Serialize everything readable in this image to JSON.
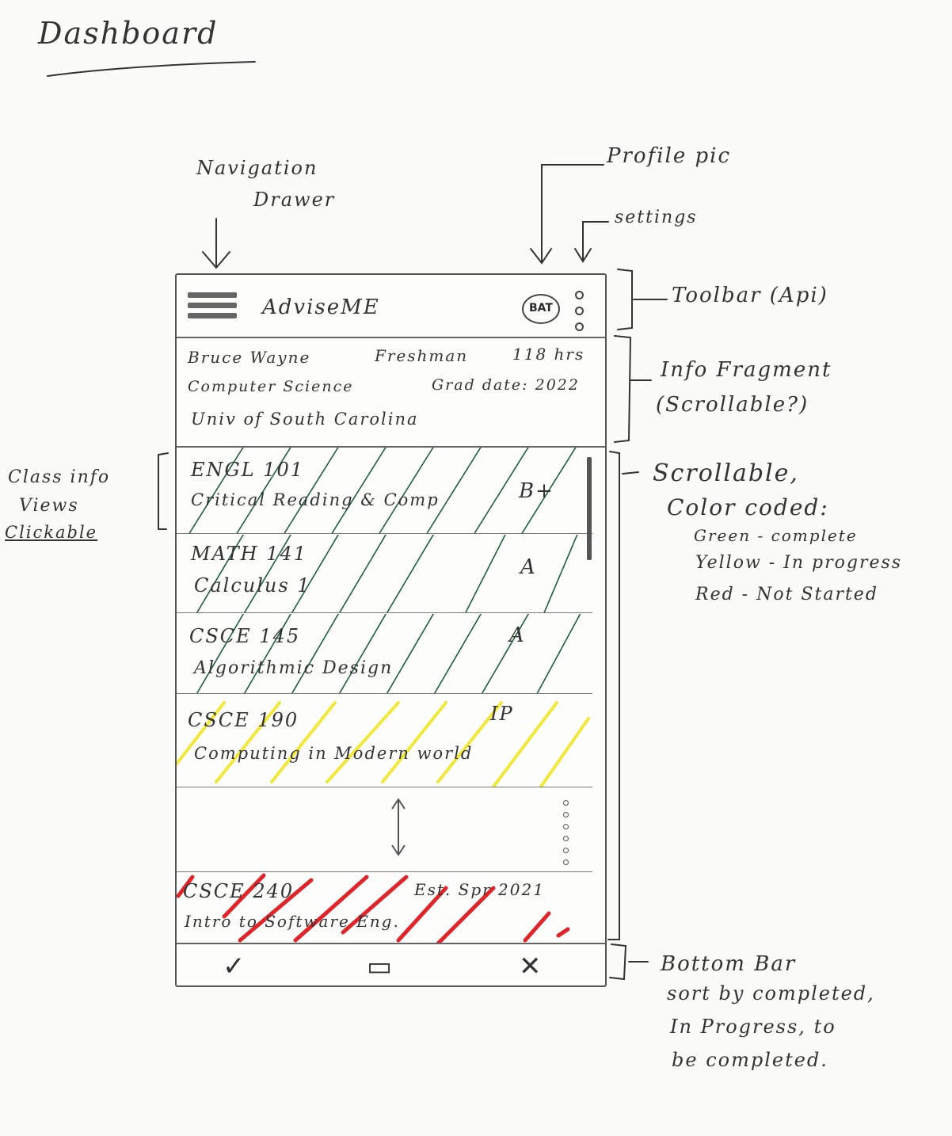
{
  "page_title": "Dashboard",
  "annotations": {
    "navigation_drawer": [
      "Navigation",
      "Drawer"
    ],
    "profile_pic": "Profile pic",
    "settings": "settings",
    "toolbar": "Toolbar (Api)",
    "info_fragment": [
      "Info Fragment",
      "(Scrollable?)"
    ],
    "scrollable": [
      "Scrollable,",
      "Color coded:",
      "Green - complete",
      "Yellow - In progress",
      "Red - Not Started"
    ],
    "class_info": [
      "Class info",
      "Views",
      "Clickable"
    ],
    "bottom_bar": [
      "Bottom Bar",
      "sort by completed,",
      "In Progress, to",
      "be completed."
    ]
  },
  "app": {
    "title": "AdviseME",
    "avatar_label": "BAT",
    "info": {
      "name": "Bruce Wayne",
      "year": "Freshman",
      "hours": "118 hrs",
      "major": "Computer Science",
      "grad": "Grad date: 2022",
      "school": "Univ of South Carolina"
    },
    "courses": [
      {
        "code": "ENGL 101",
        "title": "Critical Reading & Comp",
        "grade": "B+",
        "status": "complete"
      },
      {
        "code": "MATH 141",
        "title": "Calculus 1",
        "grade": "A",
        "status": "complete"
      },
      {
        "code": "CSCE 145",
        "title": "Algorithmic Design",
        "grade": "A",
        "status": "complete"
      },
      {
        "code": "CSCE 190",
        "title": "Computing in Modern world",
        "grade": "IP",
        "status": "in-progress"
      },
      {
        "code": "CSCE 240",
        "title": "Intro to Software Eng.",
        "grade": "Est. Spr 2021",
        "status": "not-started"
      }
    ],
    "bottom_bar": {
      "completed_icon": "✓",
      "in_progress_icon": "▭",
      "not_started_icon": "✕"
    }
  },
  "colors": {
    "complete": "#1f5f3a",
    "in_progress": "#f2e83a",
    "not_started": "#e0242a"
  }
}
